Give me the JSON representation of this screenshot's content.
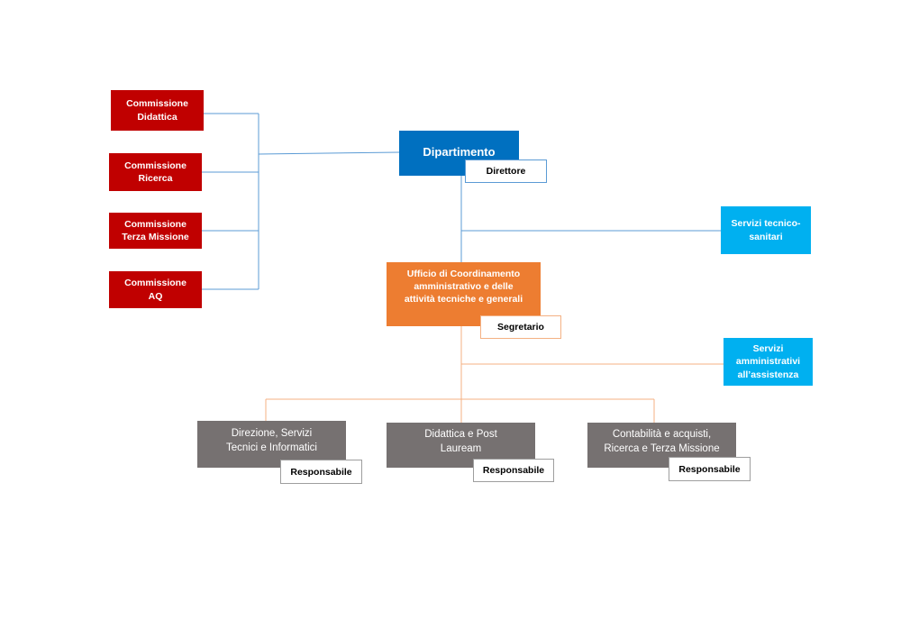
{
  "diagram": {
    "commissions": [
      {
        "label": "Commissione\nDidattica"
      },
      {
        "label": "Commissione\nRicerca"
      },
      {
        "label": "Commissione\nTerza Missione"
      },
      {
        "label": "Commissione\nAQ"
      }
    ],
    "department": {
      "label": "Dipartimento",
      "role": "Direttore"
    },
    "tech_services": {
      "label": "Servizi tecnico-\nsanitari"
    },
    "coordination_office": {
      "label": "Ufficio di Coordinamento\namministrativo e delle\nattività tecniche e generali",
      "role": "Segretario"
    },
    "admin_services": {
      "label": "Servizi\namministrativi\nall’assistenza"
    },
    "units": [
      {
        "label": "Direzione, Servizi\nTecnici e Informatici",
        "role": "Responsabile"
      },
      {
        "label": "Didattica e Post\nLauream",
        "role": "Responsabile"
      },
      {
        "label": "Contabilità e acquisti,\nRicerca e Terza Missione",
        "role": "Responsabile"
      }
    ],
    "colors": {
      "commission": "#c00000",
      "department": "#0070c0",
      "services": "#00b0f0",
      "office": "#ed7d31",
      "unit": "#767171",
      "blue_line": "#5b9bd5",
      "orange_line": "#f4b183"
    }
  }
}
